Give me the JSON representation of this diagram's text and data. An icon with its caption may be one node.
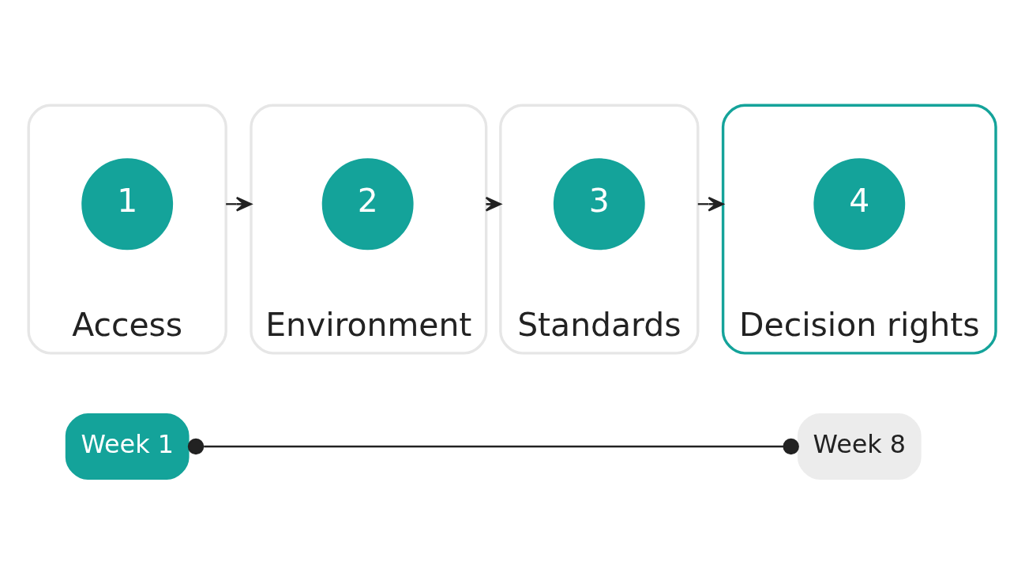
{
  "diagram": {
    "nodes": [
      {
        "text": [
          "Week 1"
        ]
      },
      {
        "text": [
          "Week 8"
        ]
      },
      {
        "text": [
          "Access"
        ]
      },
      {
        "text": [
          "1"
        ],
        "in": 2
      },
      {
        "text": [
          "Environment"
        ]
      },
      {
        "text": [
          "2"
        ],
        "in": 4
      },
      {
        "text": [
          "Standards"
        ]
      },
      {
        "text": [
          "3"
        ],
        "in": 6
      },
      {
        "text": [
          "Decision rights"
        ]
      },
      {
        "text": [
          "4"
        ],
        "in": 8
      }
    ],
    "edges": [
      {
        "from": 0,
        "to": 1,
        "arrow": "other"
      },
      {
        "from": 2,
        "to": 4,
        "arrow": "to"
      },
      {
        "from": 4,
        "to": 6,
        "arrow": "to"
      },
      {
        "from": 6,
        "to": 8,
        "arrow": "to"
      }
    ]
  }
}
